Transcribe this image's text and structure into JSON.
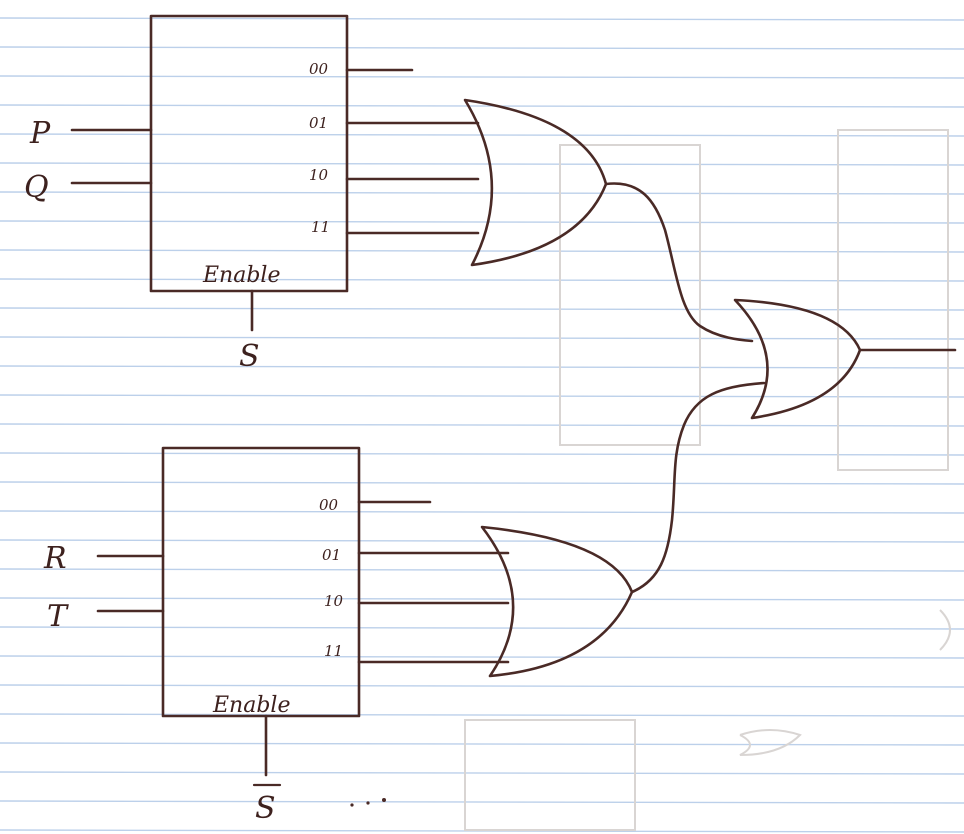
{
  "upper_decoder": {
    "inputs": [
      "P",
      "Q"
    ],
    "outputs": [
      "00",
      "01",
      "10",
      "11"
    ],
    "enable_label": "Enable",
    "enable_signal": "S"
  },
  "lower_decoder": {
    "inputs": [
      "R",
      "T"
    ],
    "outputs": [
      "00",
      "01",
      "10",
      "11"
    ],
    "enable_label": "Enable",
    "enable_signal": "S"
  },
  "colors": {
    "ink": "#4a2a26",
    "paper": "#ffffff",
    "ruled_line": "#bcd0ea",
    "bleed_through": "#d9d5d3"
  }
}
